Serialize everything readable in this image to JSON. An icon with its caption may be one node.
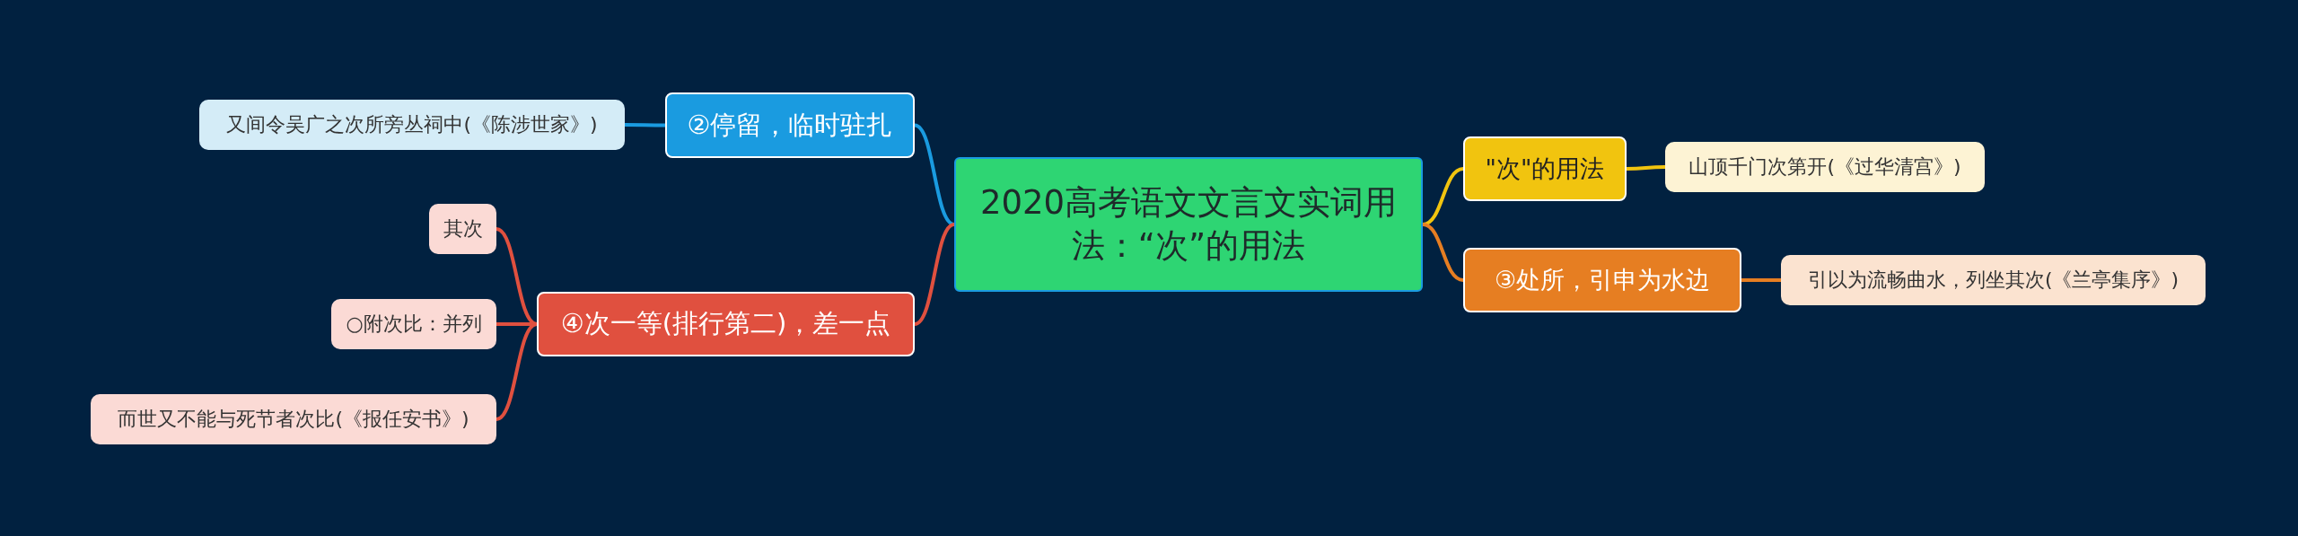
{
  "diagram": {
    "nodes": [
      {
        "text": [
          "2020高考语文文言文实词用法：“次”的用法"
        ]
      },
      {
        "text": [
          "\"次\"的用法"
        ]
      },
      {
        "text": [
          "山顶千门次第开(《过华清宫》)"
        ]
      },
      {
        "text": [
          "③处所，引申为水边"
        ]
      },
      {
        "text": [
          "引以为流畅曲水，列坐其次(《兰亭集序》)"
        ]
      },
      {
        "text": [
          "②停留，临时驻扎"
        ]
      },
      {
        "text": [
          "又间令吴广之次所旁丛祠中(《陈涉世家》)"
        ]
      },
      {
        "text": [
          "④次一等(排行第二)，差一点"
        ]
      },
      {
        "text": [
          "其次"
        ]
      },
      {
        "text": [
          "○附次比：并列"
        ]
      },
      {
        "text": [
          "而世又不能与死节者次比(《报任安书》)"
        ]
      }
    ],
    "edges": [
      {
        "from": 0,
        "to": 1,
        "arrow": "none",
        "color": "#f1c40f"
      },
      {
        "from": 1,
        "to": 2,
        "arrow": "none",
        "color": "#f1c40f"
      },
      {
        "from": 0,
        "to": 3,
        "arrow": "none",
        "color": "#e67e22"
      },
      {
        "from": 3,
        "to": 4,
        "arrow": "none",
        "color": "#e67e22"
      },
      {
        "from": 0,
        "to": 5,
        "arrow": "none",
        "color": "#1a9be0"
      },
      {
        "from": 5,
        "to": 6,
        "arrow": "none",
        "color": "#1a9be0"
      },
      {
        "from": 0,
        "to": 7,
        "arrow": "none",
        "color": "#e0503f"
      },
      {
        "from": 7,
        "to": 8,
        "arrow": "none",
        "color": "#e0503f"
      },
      {
        "from": 7,
        "to": 9,
        "arrow": "none",
        "color": "#e0503f"
      },
      {
        "from": 7,
        "to": 10,
        "arrow": "none",
        "color": "#e0503f"
      }
    ]
  }
}
